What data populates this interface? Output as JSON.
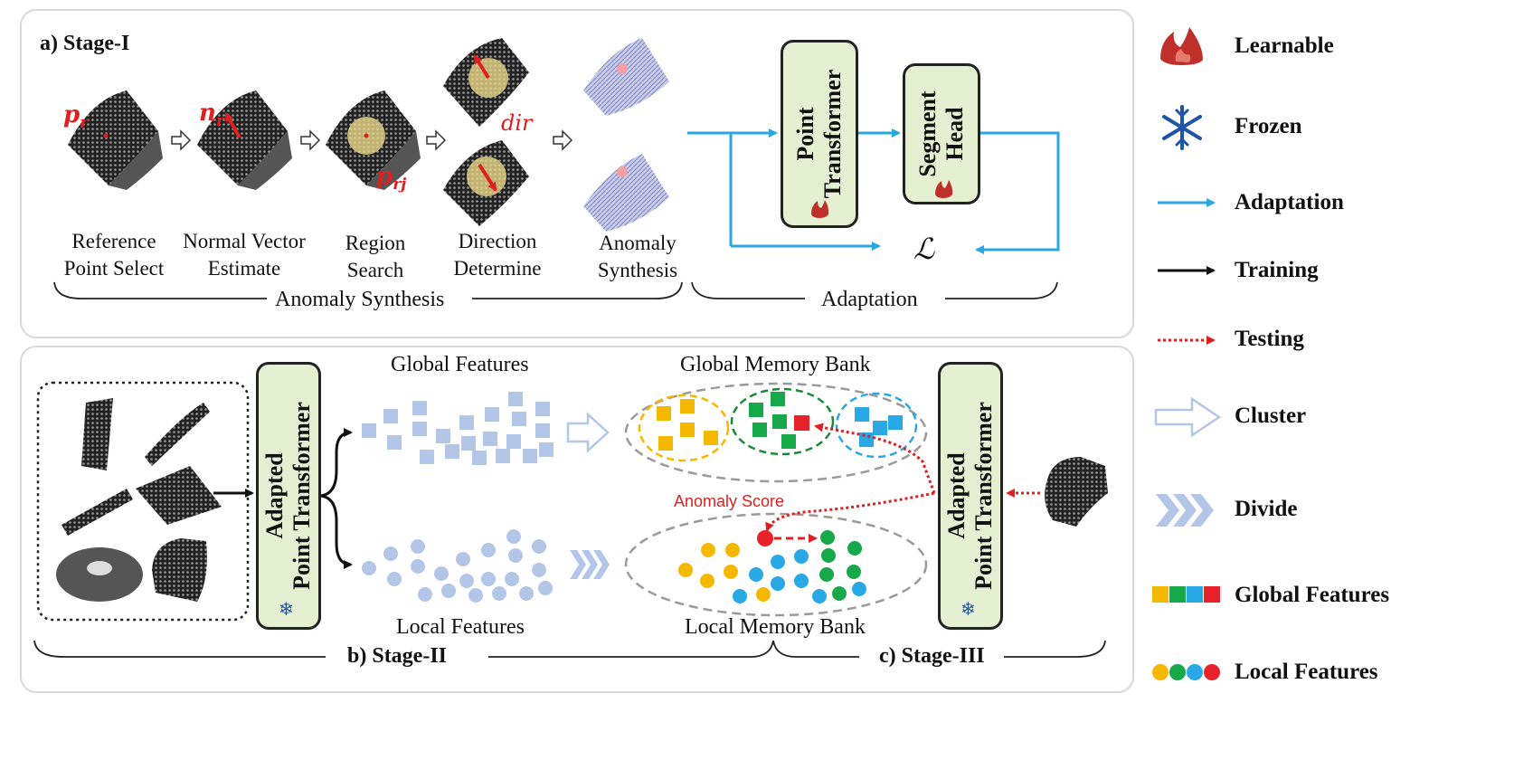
{
  "stage1": {
    "title": "a) Stage-I",
    "math": {
      "pr": "p",
      "pr_sub": "r",
      "nr": "n",
      "nr_sub": "r",
      "prj": "p",
      "prj_sub": "rj",
      "dir": "dir",
      "loss": "ℒ"
    },
    "steps": [
      {
        "line1": "Reference",
        "line2": "Point Select"
      },
      {
        "line1": "Normal Vector",
        "line2": "Estimate"
      },
      {
        "line1": "Region",
        "line2": "Search"
      },
      {
        "line1": "Direction",
        "line2": "Determine"
      },
      {
        "line1": "Anomaly",
        "line2": "Synthesis"
      }
    ],
    "box_point_transformer": {
      "line1": "Point",
      "line2": "Transformer"
    },
    "box_segment_head": {
      "line1": "Segment",
      "line2": "Head"
    },
    "brace_synthesis": "Anomaly Synthesis",
    "brace_adaptation": "Adaptation"
  },
  "stage2": {
    "box_adapted": {
      "line1": "Adapted",
      "line2": "Point Transformer"
    },
    "global_features": "Global Features",
    "local_features": "Local Features",
    "global_bank": "Global Memory Bank",
    "local_bank": "Local Memory Bank",
    "anomaly_score": "Anomaly Score",
    "stage2_label": "b) Stage-II",
    "stage3_label": "c) Stage-III"
  },
  "legend": {
    "learnable": "Learnable",
    "frozen": "Frozen",
    "adaptation": "Adaptation",
    "training": "Training",
    "testing": "Testing",
    "cluster": "Cluster",
    "divide": "Divide",
    "global_features": "Global Features",
    "local_features": "Local Features"
  },
  "colors": {
    "adapt_blue": "#2aa7e0",
    "feature_light": "#b3c6e7",
    "test_red": "#e02020",
    "box_green": "#e5f0d3",
    "yellow": "#f5b800",
    "green": "#17a84a",
    "blue": "#28a9e6",
    "red": "#e8222a",
    "frozen_blue": "#1f55a6",
    "learnable_red": "#c0302a"
  }
}
